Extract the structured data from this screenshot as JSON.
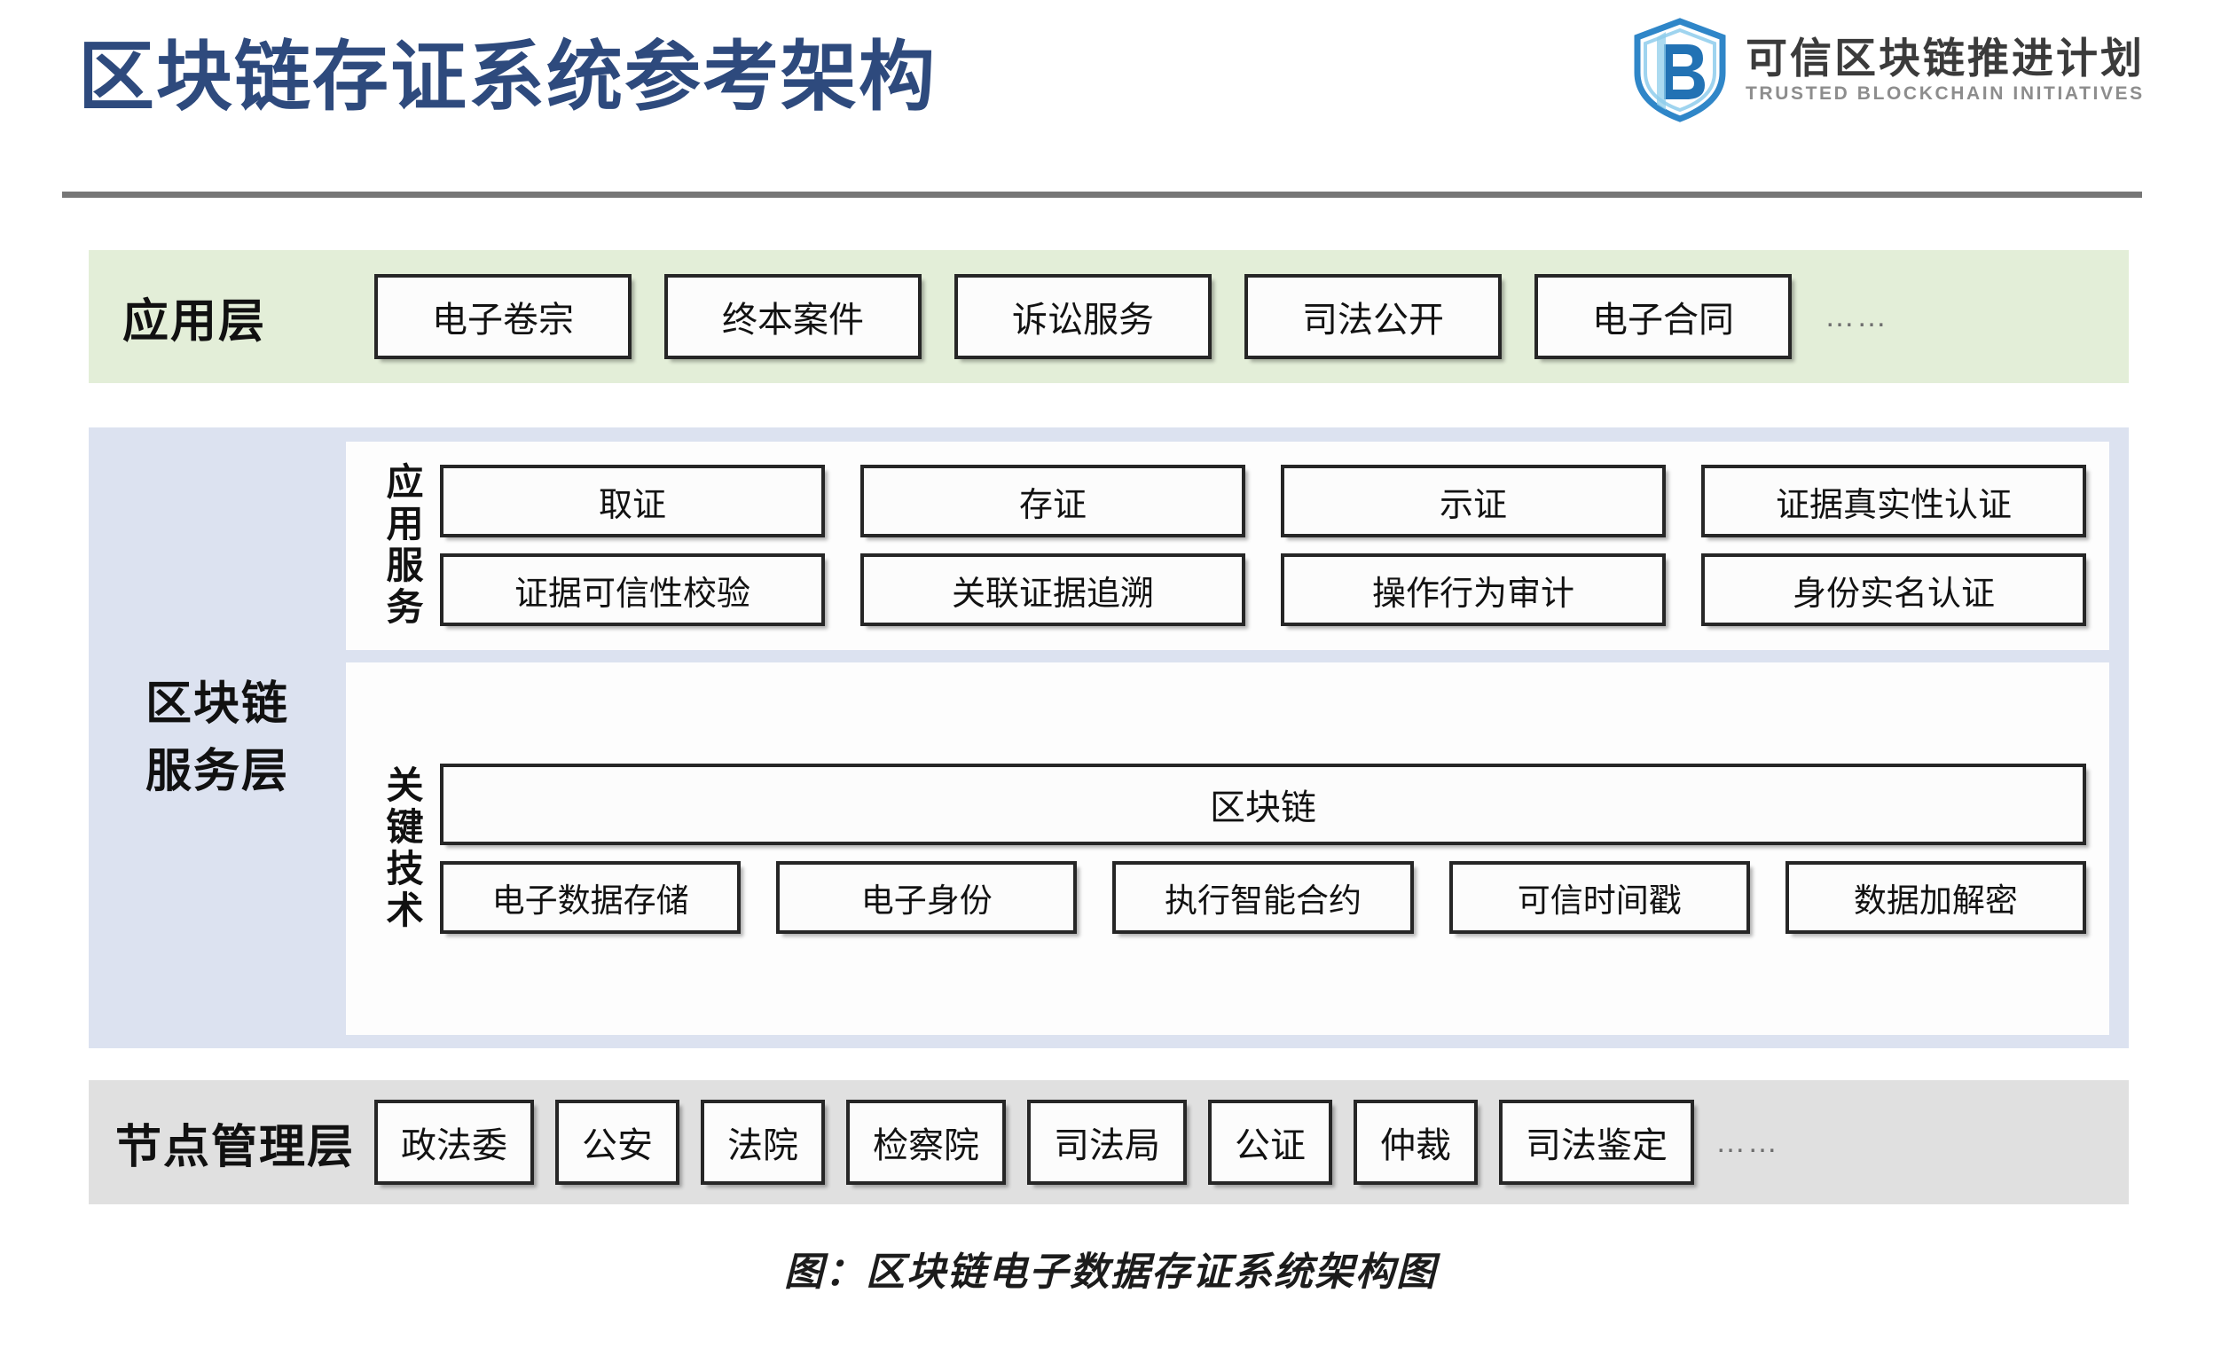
{
  "header": {
    "title": "区块链存证系统参考架构",
    "title_color": "#2e4a7d",
    "logo": {
      "icon": "shield-b-logo-icon",
      "name_cn": "可信区块链推进计划",
      "name_en": "TRUSTED BLOCKCHAIN INITIATIVES",
      "color": "#1f6fb5"
    }
  },
  "layers": {
    "application": {
      "label": "应用层",
      "background": "#e3eed8",
      "items": [
        "电子卷宗",
        "终本案件",
        "诉讼服务",
        "司法公开",
        "电子合同"
      ],
      "ellipsis": "……"
    },
    "service": {
      "label": "区块链\n服务层",
      "label_line1": "区块链",
      "label_line2": "服务层",
      "background": "#dce2f0",
      "panels": [
        {
          "label": "应用服务",
          "rows": [
            [
              "取证",
              "存证",
              "示证",
              "证据真实性认证"
            ],
            [
              "证据可信性校验",
              "关联证据追溯",
              "操作行为审计",
              "身份实名认证"
            ]
          ]
        },
        {
          "label": "关键技术",
          "wide_item": "区块链",
          "rows": [
            [
              "电子数据存储",
              "电子身份",
              "执行智能合约",
              "可信时间戳",
              "数据加解密"
            ]
          ]
        }
      ]
    },
    "node_management": {
      "label": "节点管理层",
      "background": "#e0e0e0",
      "items": [
        "政法委",
        "公安",
        "法院",
        "检察院",
        "司法局",
        "公证",
        "仲裁",
        "司法鉴定"
      ],
      "ellipsis": "……"
    }
  },
  "caption": "图：区块链电子数据存证系统架构图"
}
